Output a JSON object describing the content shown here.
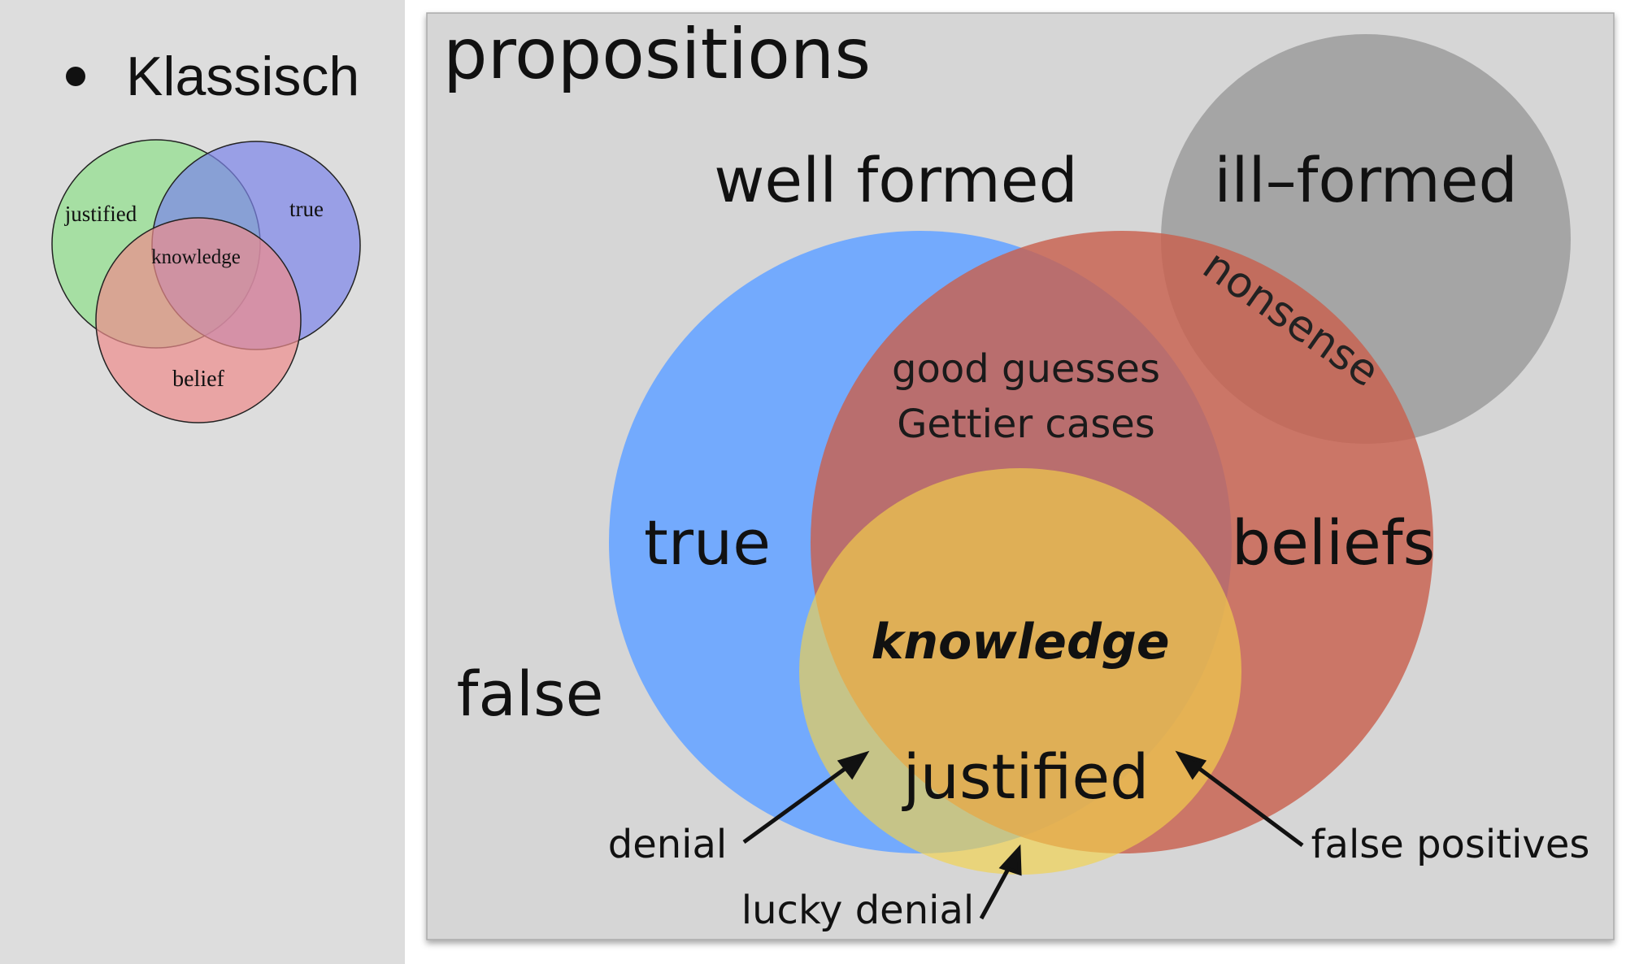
{
  "slide": {
    "bullet": "Klassisch"
  },
  "small_venn": {
    "labels": {
      "justified": "justified",
      "true": "true",
      "knowledge": "knowledge",
      "belief": "belief"
    },
    "colors": {
      "justified": "#8fe08a",
      "true": "#7c84ea",
      "belief": "#ee8c8c"
    }
  },
  "main_diagram": {
    "title": "propositions",
    "labels": {
      "well_formed": "well formed",
      "ill_formed": "ill–formed",
      "nonsense": "nonsense",
      "good_guesses": "good guesses",
      "gettier": "Gettier cases",
      "true": "true",
      "beliefs": "beliefs",
      "knowledge": "knowledge",
      "justified": "justified",
      "false": "false",
      "denial": "denial",
      "lucky_denial": "lucky denial",
      "false_positives": "false positives"
    },
    "colors": {
      "true_circle": "#6ea8ff",
      "beliefs_circle": "#c8604e",
      "justified_circle": "#f2d24a",
      "ill_formed_circle": "#8a8a8a",
      "panel": "#d6d6d6"
    }
  }
}
